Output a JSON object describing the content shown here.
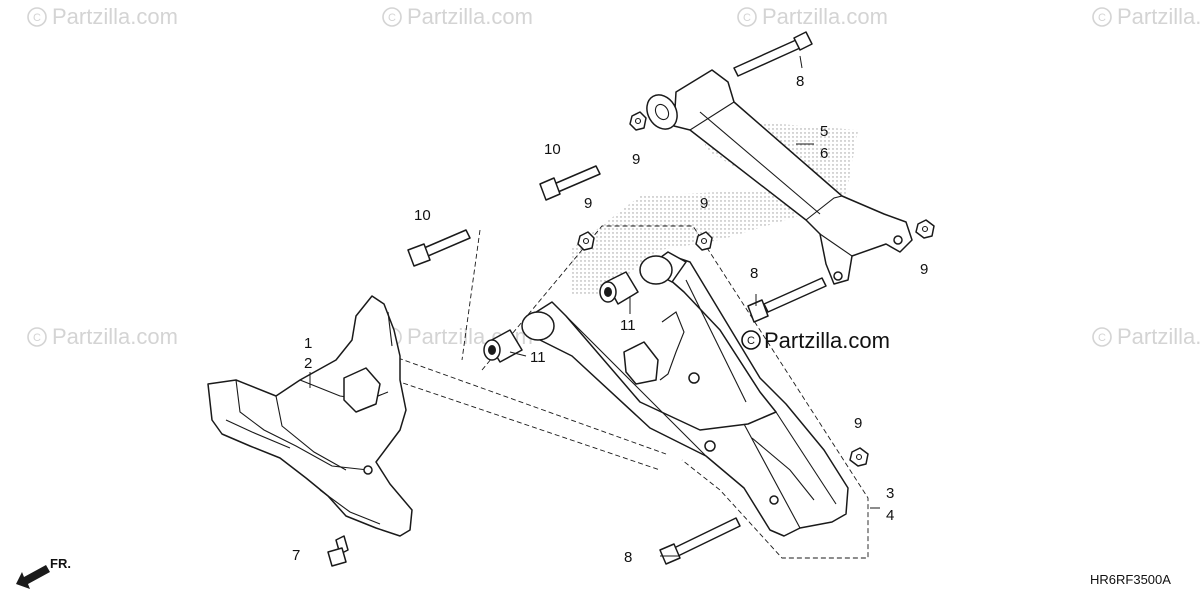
{
  "watermark": {
    "text": "Partzilla.com",
    "symbol": "C"
  },
  "brand_mark": {
    "text": "Partzilla.com"
  },
  "diagram_code": "HR6RF3500A",
  "orientation": {
    "label": "FR."
  },
  "callouts": {
    "c1": "1",
    "c2": "2",
    "c3": "3",
    "c4": "4",
    "c5": "5",
    "c6": "6",
    "c7": "7",
    "c8a": "8",
    "c8b": "8",
    "c8c": "8",
    "c9a": "9",
    "c9b": "9",
    "c9c": "9",
    "c9d": "9",
    "c9e": "9",
    "c10a": "10",
    "c10b": "10",
    "c11a": "11",
    "c11b": "11"
  },
  "colors": {
    "ink": "#1a1a1a",
    "watermark": "#d4d4d4",
    "background": "#ffffff"
  }
}
